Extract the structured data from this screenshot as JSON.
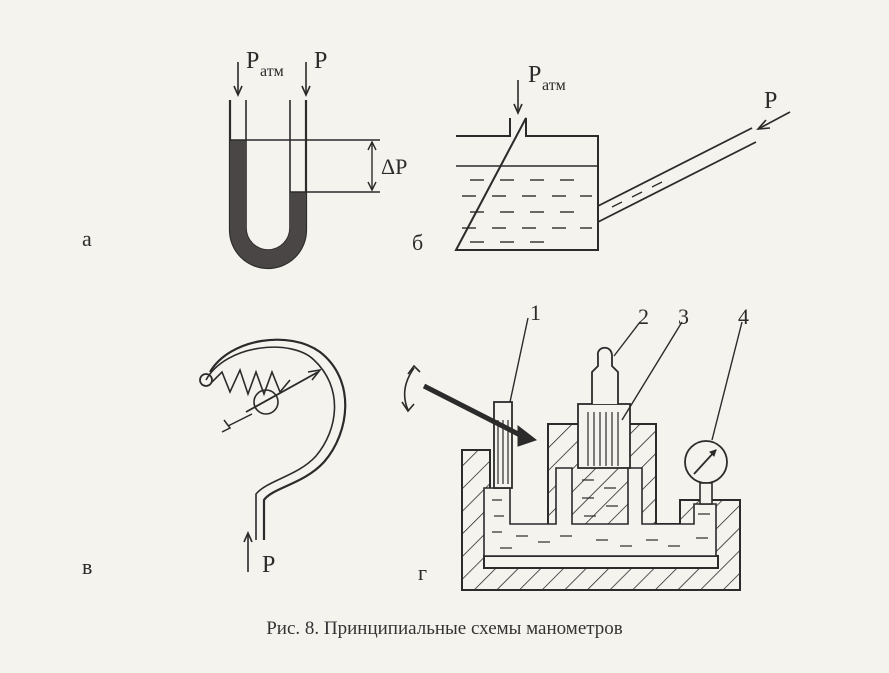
{
  "labels": {
    "a": "а",
    "b": "б",
    "v": "в",
    "g": "г",
    "p_atm_main": "P",
    "p_atm_sub": "атм",
    "p": "P",
    "delta_p": "ΔP",
    "num1": "1",
    "num2": "2",
    "num3": "3",
    "num4": "4"
  },
  "caption": "Рис. 8. Принципиальные схемы манометров",
  "colors": {
    "ink": "#2b2b2b",
    "fluid": "#4a4645",
    "paper": "#f4f3ee"
  }
}
